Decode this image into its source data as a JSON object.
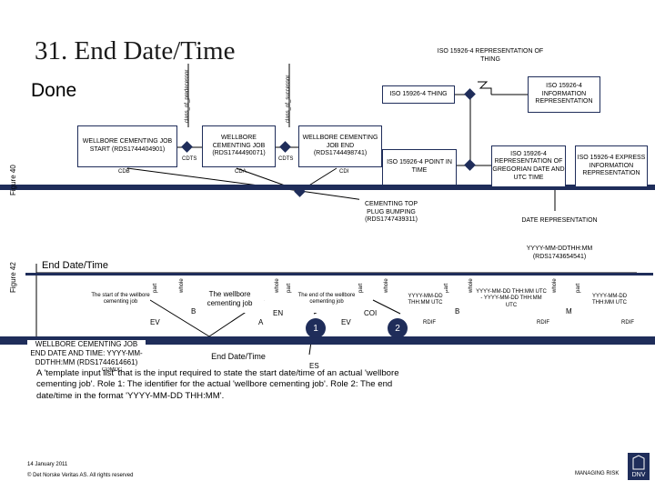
{
  "slide": {
    "title": "31. End Date/Time",
    "subtitle": "Done",
    "figure_labels": [
      "Figure 40",
      "Figure 42"
    ],
    "footer_date": "14 January 2011",
    "footer_copyright": "© Det Norske Veritas AS. All rights reserved",
    "logo_text": "MANAGING RISK",
    "brand": "DNV"
  },
  "colors": {
    "navy": "#1f2d5a",
    "line": "#000000",
    "title": "#1a1a1a"
  },
  "top_boxes": {
    "rep_of_thing": "ISO 15926-4 REPRESENTATION OF THING",
    "thing": "ISO 15926-4 THING",
    "info_rep": "ISO 15926-4 INFORMATION REPRESENTATION",
    "point_in_time": "ISO 15926-4 POINT IN TIME",
    "gregorian": "ISO 15926-4 REPRESENTATION OF GREGORIAN DATE AND UTC TIME",
    "express": "ISO 15926-4 EXPRESS INFORMATION REPRESENTATION",
    "date_rep": "DATE REPRESENTATION",
    "job_start": "WELLBORE CEMENTING JOB START (RDS1744404901)",
    "job": "WELLBORE CEMENTING JOB (RDS1744490071)",
    "job_end": "WELLBORE CEMENTING JOB END (RDS1744498741)",
    "top_plug": "CEMENTING TOP PLUG BUMPING (RDS1747439311)",
    "date_format": "YYYY-MM-DDTHH:MM (RDS1743654541)"
  },
  "rotated_labels": {
    "class_of_predecessor": "class_of_predecessor",
    "class_of_successor": "class_of_successor"
  },
  "edge_labels": {
    "cdts": "CDTS",
    "cdts2": "CDTS",
    "cdb": "CDB",
    "cda": "CDA",
    "cdi": "CDI"
  },
  "bottom": {
    "end_datetime_header": "End Date/Time",
    "part": "part",
    "whole": "whole",
    "start_of": "The start of the wellbore cementing job",
    "wellbore_job": "The wellbore cementing job",
    "end_of": "The end of the wellbore cementing job",
    "fmt_a": "YYYY-MM-DD THH:MM UTC",
    "fmt_b": "YYYY-MM-DD THH:MM UTC - YYYY-MM-DD THH:MM UTC",
    "fmt_c": "YYYY-MM-DD THH:MM UTC",
    "ev": "EV",
    "b": "B",
    "a": "A",
    "en": "EN",
    "one": "1",
    "ev2": "EV",
    "coi": "COI",
    "two": "2",
    "rdif": "RDIF",
    "b2": "B",
    "rdif2": "RDIF",
    "rdif3": "RDIF",
    "m": "M",
    "es": "ES",
    "cdmdc": "CDMDC",
    "end_job_box": "WELLBORE CEMENTING JOB END DATE AND TIME: YYYY-MM-DDTHH:MM (RDS1744614661)",
    "end_datetime_box": "End Date/Time"
  },
  "description": "A 'template input list' that is the input required to state the start date/time of an actual 'wellbore cementing job'. Role 1: The identifier for the actual 'wellbore cementing job'. Role 2: The end date/time in the format 'YYYY-MM-DD THH:MM'."
}
